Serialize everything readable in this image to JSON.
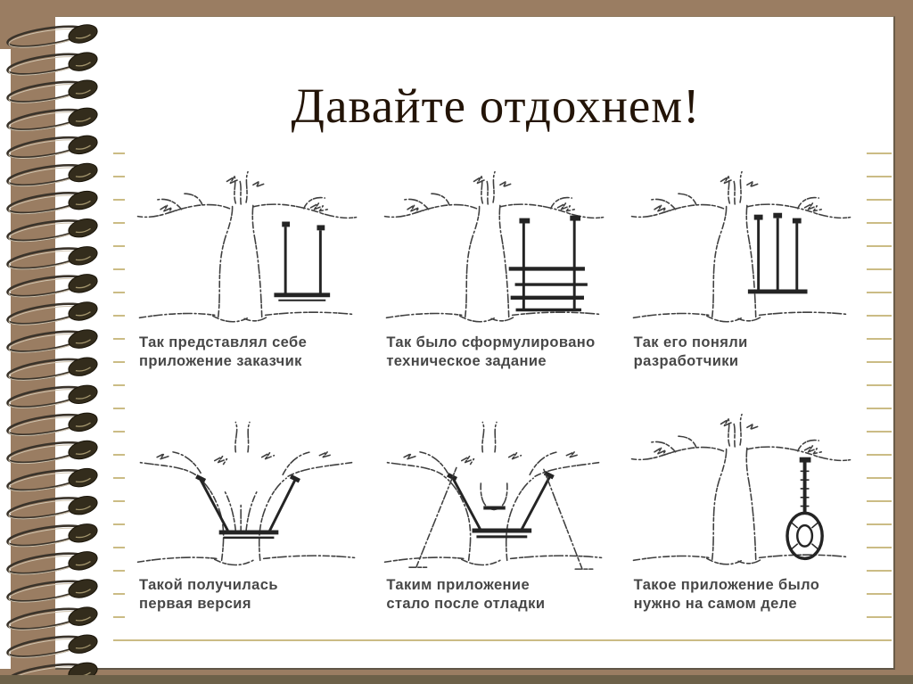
{
  "slide": {
    "title": "Давайте отдохнем!",
    "background_color": "#9a7d62",
    "page_color": "#ffffff",
    "ruled_line_color": "#cbbc85",
    "title_color": "#231407",
    "caption_color": "#474747",
    "sketch_ink_color": "#3f3f3f"
  },
  "panels": [
    {
      "caption_line1": "Так представлял себе",
      "caption_line2": "приложение заказчик",
      "variant": "classic-swing"
    },
    {
      "caption_line1": "Так было сформулировано",
      "caption_line2": "техническое задание",
      "variant": "ladder-swing"
    },
    {
      "caption_line1": "Так его поняли",
      "caption_line2": "разработчики",
      "variant": "three-rope-swing"
    },
    {
      "caption_line1": "Такой получилась",
      "caption_line2": "первая версия",
      "variant": "swing-against-trunk"
    },
    {
      "caption_line1": "Таким приложение",
      "caption_line2": "стало после отладки",
      "variant": "notched-tree-swing"
    },
    {
      "caption_line1": "Такое приложение было",
      "caption_line2": "нужно на самом деле",
      "variant": "tire-swing"
    }
  ],
  "decorations": {
    "spiral_binding": "spiral-binding",
    "loop_count": 24
  }
}
